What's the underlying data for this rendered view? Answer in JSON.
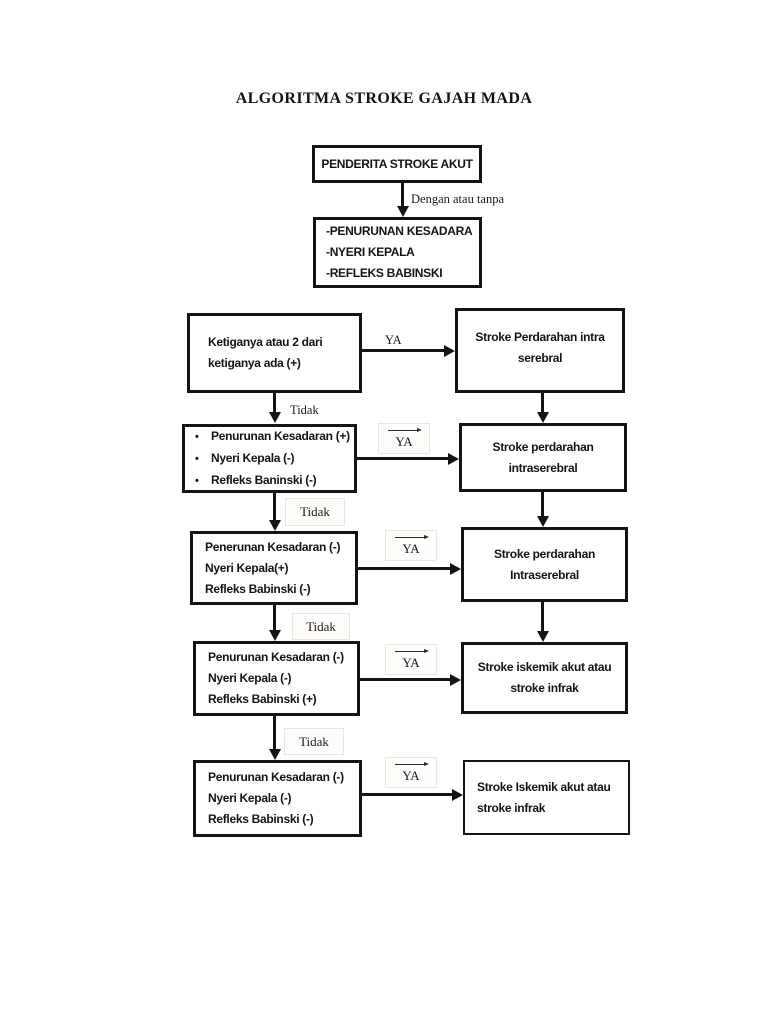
{
  "title": "ALGORITMA STROKE GAJAH MADA",
  "labels": {
    "edge_top": "Dengan atau tanpa",
    "yes": "YA",
    "no": "Tidak",
    "bullet": "•"
  },
  "nodes": {
    "start": "PENDERITA STROKE AKUT",
    "symptoms": {
      "lines": [
        "-PENURUNAN KESADARA",
        "-NYERI KEPALA",
        "-REFLEKS BABINSKI"
      ]
    },
    "decision1": {
      "lines": [
        "Ketiganya atau 2 dari",
        "ketiganya ada (+)"
      ]
    },
    "outcome1": {
      "lines": [
        "Stroke Perdarahan intra",
        "serebral"
      ]
    },
    "decision2": {
      "lines": [
        "Penurunan Kesadaran (+)",
        "Nyeri Kepala (-)",
        "Refleks Baninski (-)"
      ]
    },
    "outcome2": {
      "lines": [
        "Stroke perdarahan",
        "intraserebral"
      ]
    },
    "decision3": {
      "lines": [
        "Penerunan Kesadaran (-)",
        "Nyeri Kepala(+)",
        "Refleks Babinski (-)"
      ]
    },
    "outcome3": {
      "lines": [
        "Stroke perdarahan",
        "Intraserebral"
      ]
    },
    "decision4": {
      "lines": [
        "Penurunan Kesadaran (-)",
        "Nyeri Kepala (-)",
        "Refleks Babinski (+)"
      ]
    },
    "outcome4": {
      "lines": [
        "Stroke iskemik akut atau",
        "stroke infrak"
      ]
    },
    "decision5": {
      "lines": [
        "Penurunan Kesadaran (-)",
        "Nyeri Kepala (-)",
        "Refleks Babinski (-)"
      ]
    },
    "outcome5": {
      "lines": [
        "Stroke Iskemik akut atau",
        "stroke infrak"
      ]
    }
  }
}
